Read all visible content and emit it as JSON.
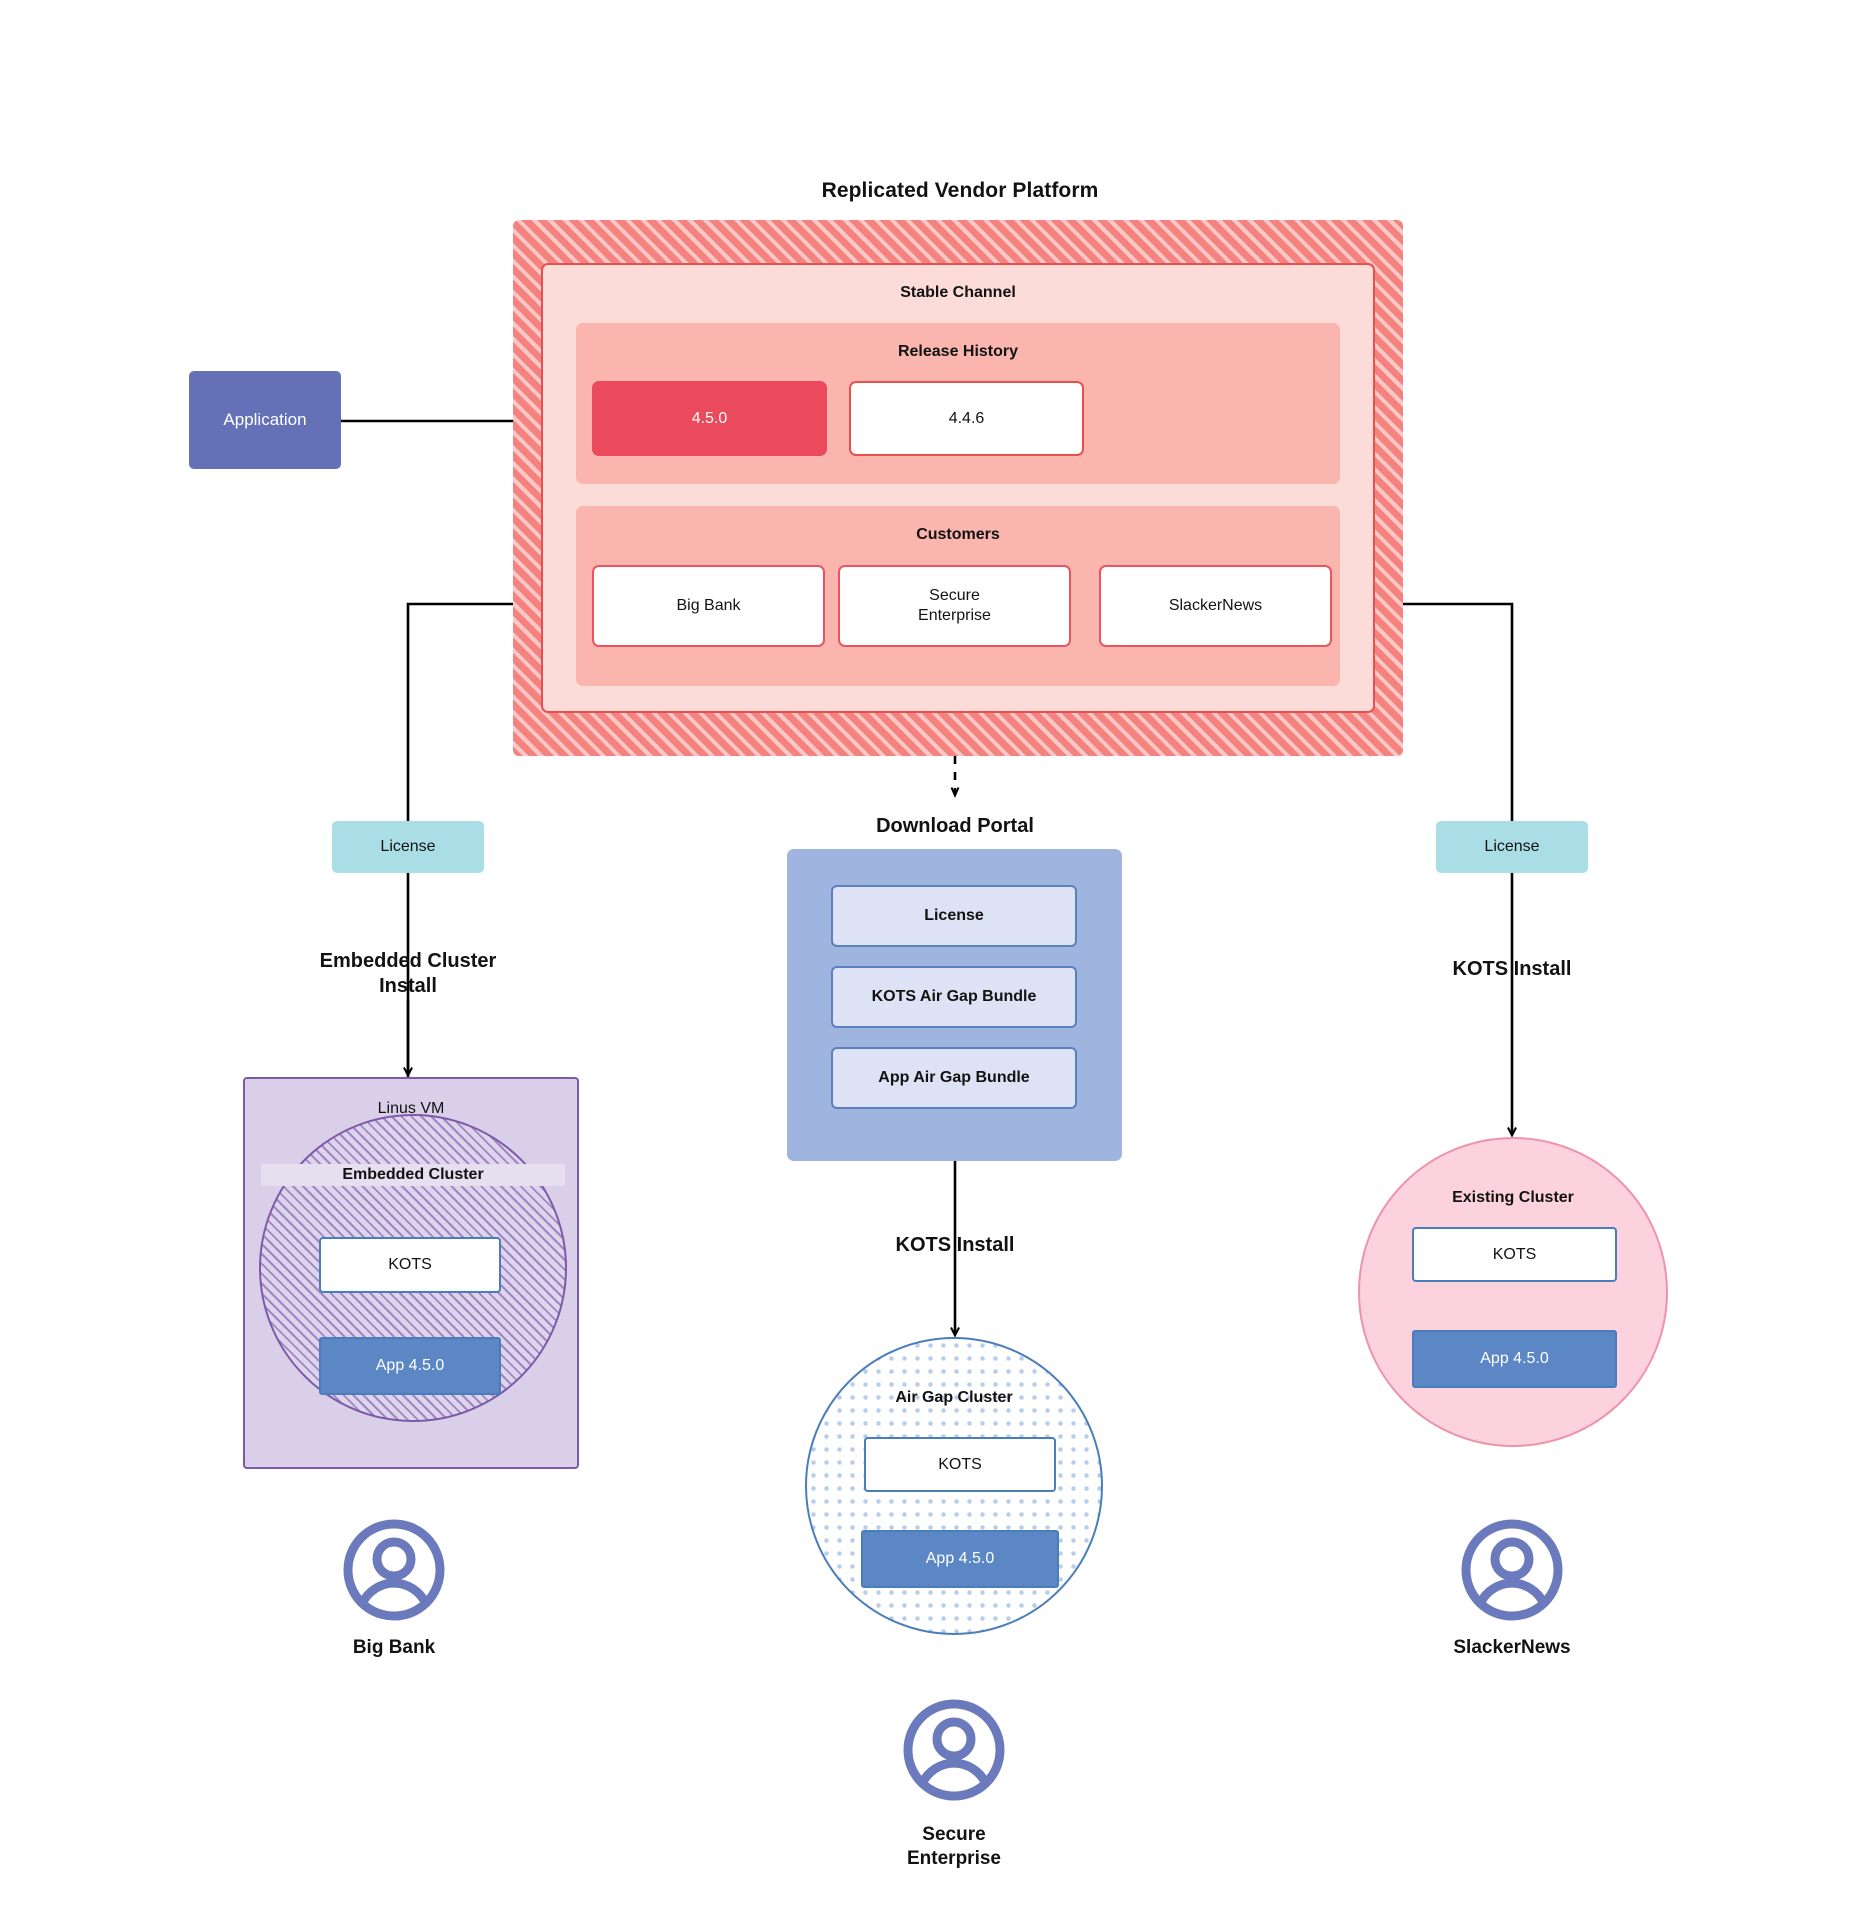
{
  "diagram": {
    "title": "Replicated Vendor Platform",
    "platform": {
      "channel_label": "Stable Channel",
      "release_history_label": "Release History",
      "releases": [
        {
          "version": "4.5.0",
          "state": "current"
        },
        {
          "version": "4.4.6",
          "state": "previous"
        }
      ],
      "customers_label": "Customers",
      "customers": [
        {
          "name": "Big Bank"
        },
        {
          "name": "Secure\nEnterprise"
        },
        {
          "name": "SlackerNews"
        }
      ]
    },
    "application_box": {
      "label": "Application"
    },
    "branches": {
      "left": {
        "license_label": "License",
        "install_label": "Embedded Cluster\nInstall",
        "host_label": "Linus VM",
        "cluster_label": "Embedded Cluster",
        "kots_label": "KOTS",
        "app_label": "App 4.5.0",
        "persona": "Big Bank"
      },
      "center": {
        "portal_title": "Download  Portal",
        "portal_items": [
          "License",
          "KOTS Air Gap Bundle",
          "App Air Gap Bundle"
        ],
        "install_label": "KOTS Install",
        "cluster_label": "Air Gap Cluster",
        "kots_label": "KOTS",
        "app_label": "App 4.5.0",
        "persona": "Secure\nEnterprise"
      },
      "right": {
        "license_label": "License",
        "install_label": "KOTS Install",
        "cluster_label": "Existing Cluster",
        "kots_label": "KOTS",
        "app_label": "App 4.5.0",
        "persona": "SlackerNews"
      }
    },
    "colors": {
      "platform_hatch": "#f4837f",
      "platform_hatch_stripe": "#fcc7c4",
      "stable_channel_bg": "#fcdcd9",
      "band_bg": "#f9b5ae",
      "release_current": "#ea4a5b",
      "customer_border": "#ea5560",
      "application": "#6471b7",
      "license": "#aadee6",
      "portal": "#9fb4de",
      "portal_item": "#dde3f4",
      "vm": "#d9cfe9",
      "vm_border": "#7d5aa8",
      "airgap_border": "#4a7ebb",
      "existing_cluster": "#fbd2dd",
      "existing_cluster_border": "#ef93ad",
      "app_version": "#5b87c5",
      "persona": "#6b79bd",
      "connector": "#000000"
    }
  }
}
